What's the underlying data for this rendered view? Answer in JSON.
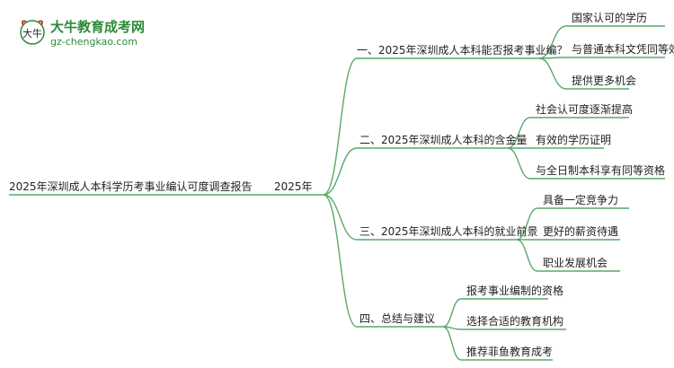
{
  "logo": {
    "title": "大牛教育成考网",
    "url": "gz-chengkao.com",
    "emblem_text": "大牛"
  },
  "colors": {
    "line": "#5aa86a",
    "text": "#222222",
    "logo": "#2e8a3a"
  },
  "root": {
    "label": "2025年深圳成人本科学历考事业编认可度调查报告",
    "year": "2025年"
  },
  "branches": [
    {
      "label": "一、2025年深圳成人本科能否报考事业编？",
      "children": [
        "国家认可的学历",
        "与普通本科文凭同等效力",
        "提供更多机会"
      ]
    },
    {
      "label": "二、2025年深圳成人本科的含金量",
      "children": [
        "社会认可度逐渐提高",
        "有效的学历证明",
        "与全日制本科享有同等资格"
      ]
    },
    {
      "label": "三、2025年深圳成人本科的就业前景",
      "children": [
        "具备一定竞争力",
        "更好的薪资待遇",
        "职业发展机会"
      ]
    },
    {
      "label": "四、总结与建议",
      "children": [
        "报考事业编制的资格",
        "选择合适的教育机构",
        "推荐菲鱼教育成考"
      ]
    }
  ]
}
